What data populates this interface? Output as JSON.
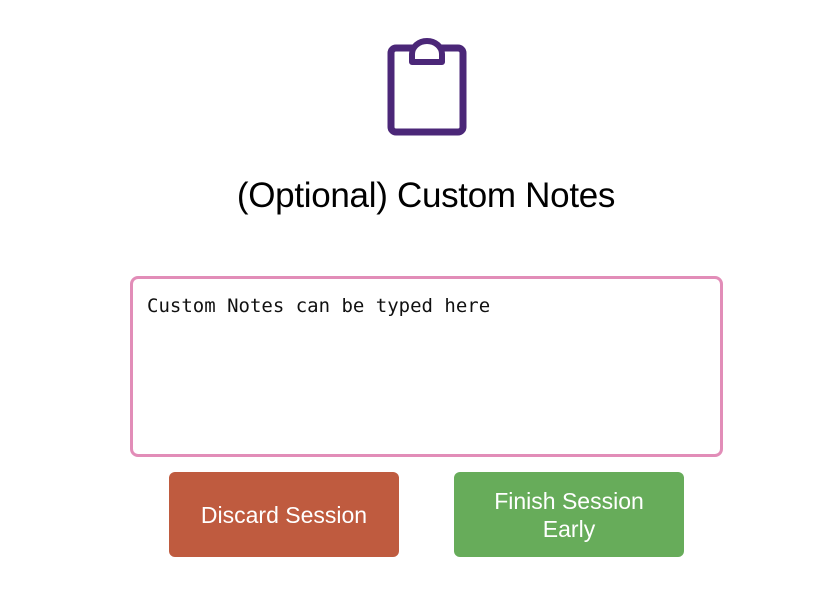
{
  "header": {
    "icon": "clipboard-icon",
    "title": "(Optional) Custom Notes"
  },
  "notes": {
    "value": "Custom Notes can be typed here",
    "border_color": "#e28db8"
  },
  "actions": {
    "discard_label": "Discard Session",
    "finish_label": "Finish Session Early"
  },
  "colors": {
    "icon": "#4b2778",
    "discard": "#bf5b3f",
    "finish": "#67ac5a"
  }
}
